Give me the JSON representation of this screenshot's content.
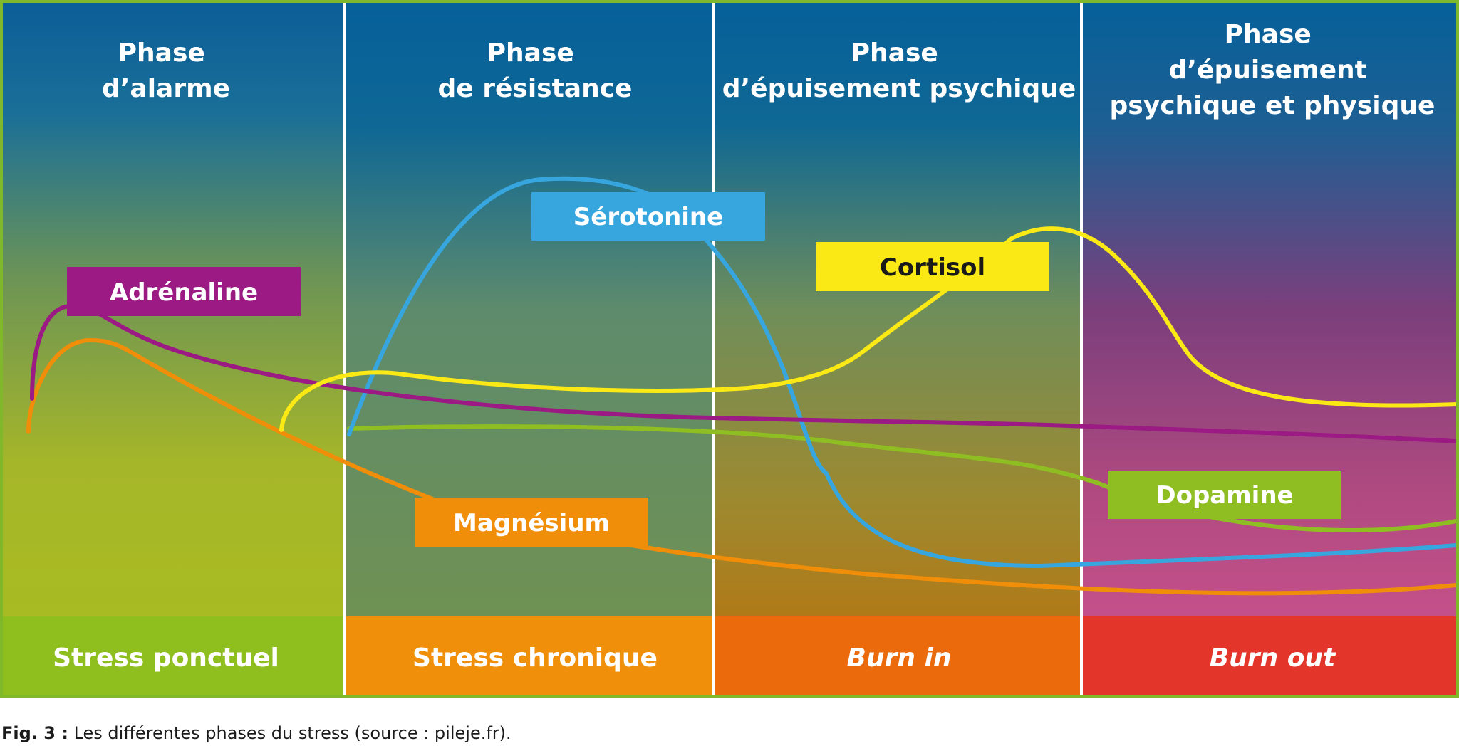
{
  "phases": [
    {
      "title_lines": [
        "Phase",
        "d’alarme"
      ],
      "footer": "Stress ponctuel",
      "footer_italic": false
    },
    {
      "title_lines": [
        "Phase",
        "de résistance"
      ],
      "footer": "Stress chronique",
      "footer_italic": false
    },
    {
      "title_lines": [
        "Phase",
        "d’épuisement psychique"
      ],
      "footer": "Burn in",
      "footer_italic": true
    },
    {
      "title_lines": [
        "Phase",
        "d’épuisement",
        "psychique et physique"
      ],
      "footer": "Burn out",
      "footer_italic": true
    }
  ],
  "curves": [
    {
      "name": "Adrénaline",
      "color": "#9b1a84",
      "label_text_color": "#ffffff"
    },
    {
      "name": "Sérotonine",
      "color": "#37a6df",
      "label_text_color": "#ffffff"
    },
    {
      "name": "Cortisol",
      "color": "#fbe916",
      "label_text_color": "#1a1a1a"
    },
    {
      "name": "Dopamine",
      "color": "#8fbe22",
      "label_text_color": "#ffffff"
    },
    {
      "name": "Magnésium",
      "color": "#f08e0a",
      "label_text_color": "#ffffff"
    }
  ],
  "colors": {
    "frame_border": "#7fb82a",
    "footer_backgrounds": [
      "#8fbe1f",
      "#f0900a",
      "#ea6a0c",
      "#e33529"
    ],
    "divider": "#ffffff"
  },
  "caption": {
    "prefix": "Fig. 3 :",
    "text": " Les différentes phases du stress (source : pileje.fr)."
  }
}
